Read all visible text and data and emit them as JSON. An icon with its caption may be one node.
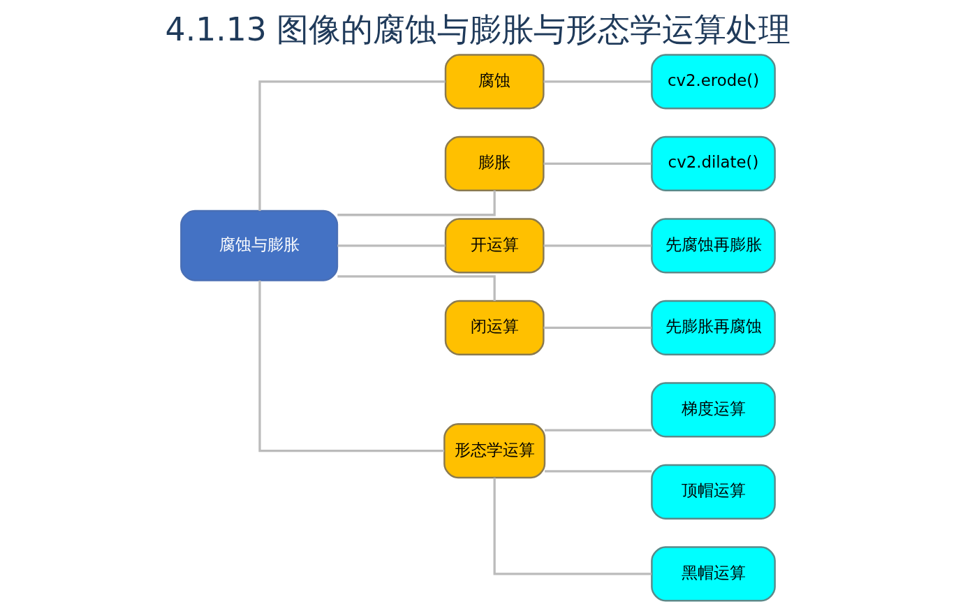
{
  "diagram": {
    "title": "4.1.13 图像的腐蚀与膨胀与形态学运算处理",
    "nodes": [
      {
        "text": [
          "腐蚀与膨胀"
        ]
      },
      {
        "text": [
          "腐蚀"
        ]
      },
      {
        "text": [
          "cv2.erode()"
        ]
      },
      {
        "text": [
          "膨胀"
        ]
      },
      {
        "text": [
          "cv2.dilate()"
        ]
      },
      {
        "text": [
          "开运算"
        ]
      },
      {
        "text": [
          "先腐蚀再膨胀"
        ]
      },
      {
        "text": [
          "闭运算"
        ]
      },
      {
        "text": [
          "先膨胀再腐蚀"
        ]
      },
      {
        "text": [
          "形态学运算"
        ]
      },
      {
        "text": [
          "梯度运算"
        ]
      },
      {
        "text": [
          "顶帽运算"
        ]
      },
      {
        "text": [
          "黑帽运算"
        ]
      }
    ],
    "edges": [
      {
        "from": 0,
        "to": 1,
        "arrow": "none"
      },
      {
        "from": 0,
        "to": 3,
        "arrow": "none"
      },
      {
        "from": 0,
        "to": 5,
        "arrow": "none"
      },
      {
        "from": 0,
        "to": 7,
        "arrow": "none"
      },
      {
        "from": 0,
        "to": 9,
        "arrow": "none"
      },
      {
        "from": 1,
        "to": 2,
        "arrow": "none"
      },
      {
        "from": 3,
        "to": 4,
        "arrow": "none"
      },
      {
        "from": 5,
        "to": 6,
        "arrow": "none"
      },
      {
        "from": 7,
        "to": 8,
        "arrow": "none"
      },
      {
        "from": 9,
        "to": 10,
        "arrow": "none"
      },
      {
        "from": 9,
        "to": 11,
        "arrow": "none"
      },
      {
        "from": 9,
        "to": 12,
        "arrow": "none"
      }
    ]
  }
}
